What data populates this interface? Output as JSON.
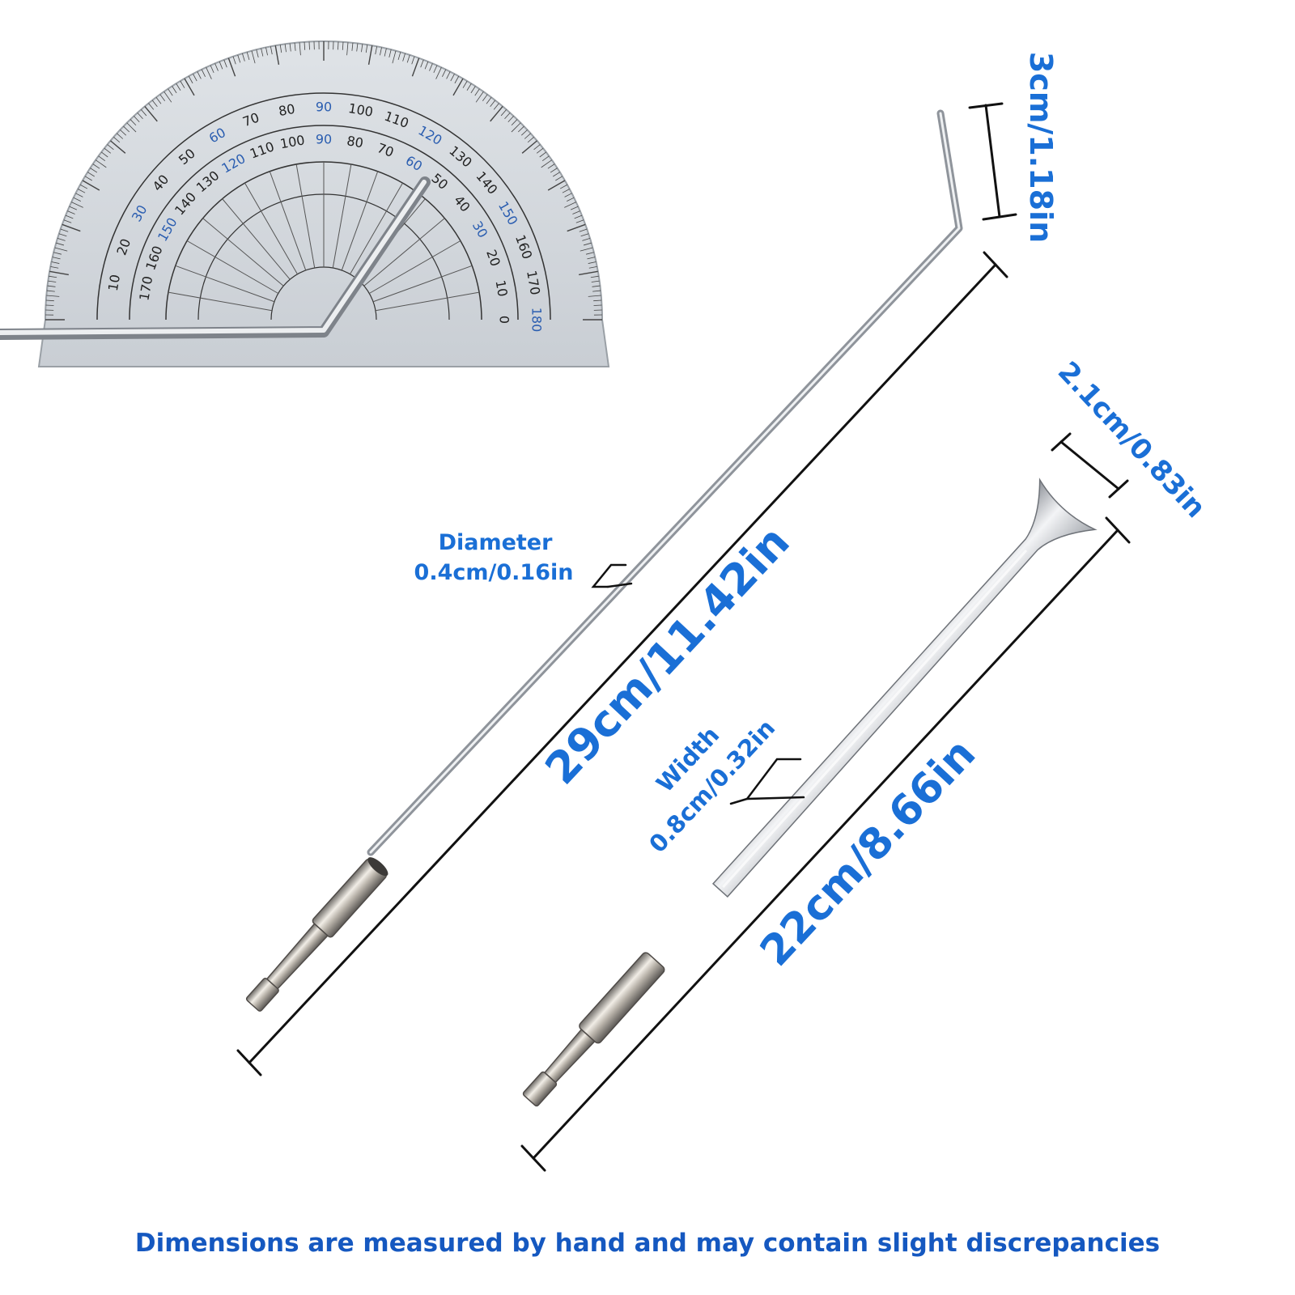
{
  "protractor": {
    "outer_scale": [
      "10",
      "20",
      "30",
      "40",
      "50",
      "60",
      "70",
      "80",
      "90",
      "100",
      "110",
      "120",
      "130",
      "140",
      "150",
      "160",
      "170",
      "180"
    ],
    "inner_scale": [
      "170",
      "160",
      "150",
      "140",
      "130",
      "120",
      "110",
      "100",
      "90",
      "80",
      "70",
      "60",
      "50",
      "40",
      "30",
      "20",
      "10",
      "0"
    ]
  },
  "dimensions": {
    "tip_length": "3cm/1.18in",
    "rod_length": "29cm/11.42in",
    "rod_diameter_title": "Diameter",
    "rod_diameter_value": "0.4cm/0.16in",
    "spoon_width": "2.1cm/0.83in",
    "blade_length": "22cm/8.66in",
    "blade_width_title": "Width",
    "blade_width_value": "0.8cm/0.32in"
  },
  "colors": {
    "label": "#1a6fd6",
    "protractor_blue": "#2a5db0",
    "dimension_line": "#111111",
    "steel": "#b8bcc2"
  },
  "footer": {
    "disclaimer": "Dimensions are measured by hand and may contain slight discrepancies"
  }
}
